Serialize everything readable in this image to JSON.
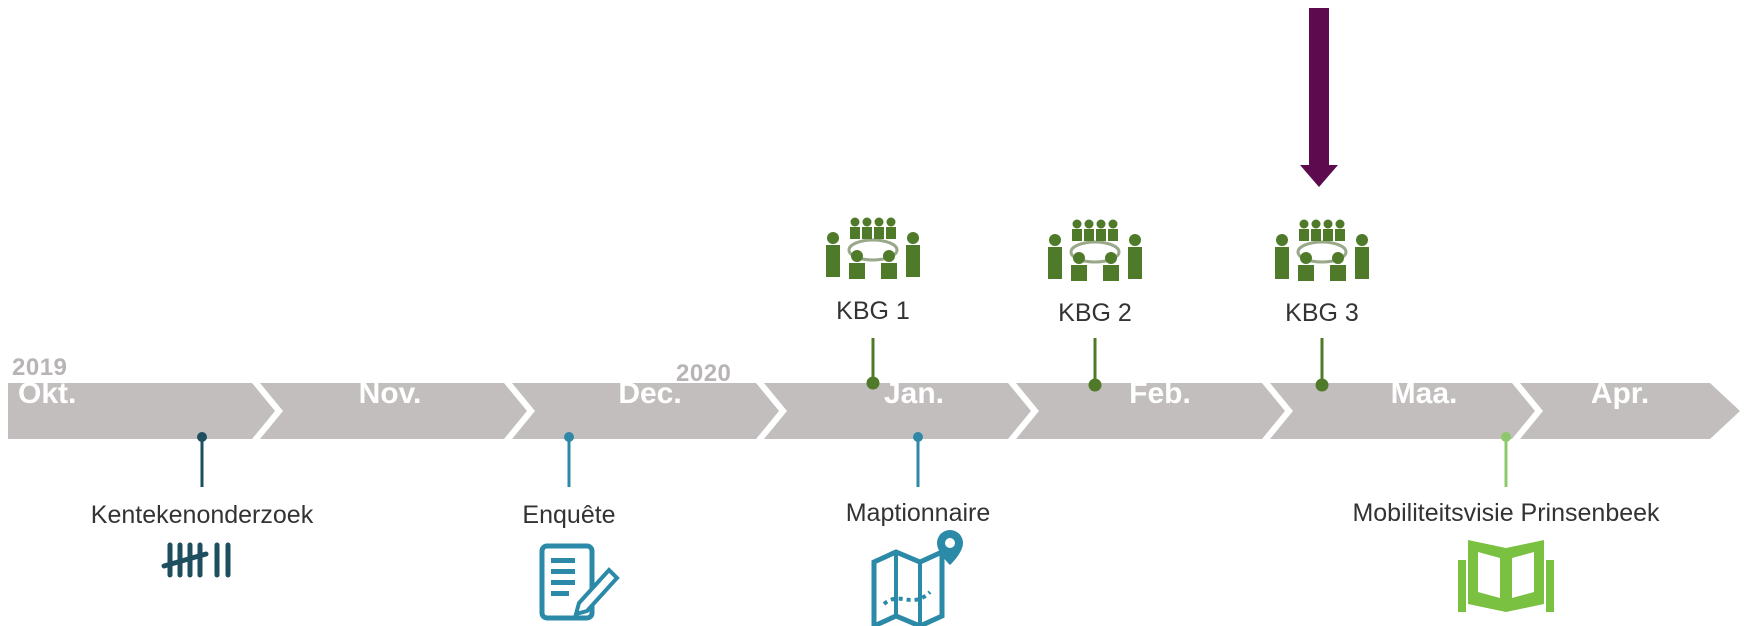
{
  "years": [
    "2019",
    "2020"
  ],
  "months": [
    "Okt.",
    "Nov.",
    "Dec.",
    "Jan.",
    "Feb.",
    "Maa.",
    "Apr."
  ],
  "events_top": [
    {
      "label": "KBG 1",
      "icon": "meeting-table-icon"
    },
    {
      "label": "KBG 2",
      "icon": "meeting-table-icon"
    },
    {
      "label": "KBG 3",
      "icon": "meeting-table-icon"
    }
  ],
  "events_bottom": [
    {
      "label": "Kentekenonderzoek",
      "icon": "tally-marks-icon"
    },
    {
      "label": "Enquête",
      "icon": "survey-form-icon"
    },
    {
      "label": "Maptionnaire",
      "icon": "map-pin-icon"
    },
    {
      "label": "Mobiliteitsvisie Prinsenbeek",
      "icon": "open-book-icon"
    }
  ],
  "indicator": {
    "icon": "down-arrow-icon",
    "points_to": "KBG 3"
  },
  "colors": {
    "band": "#c3bebe",
    "band_text": "#ffffff",
    "year_text": "#b9b4b4",
    "meeting_green": "#4f7a2a",
    "connector_dark_teal": "#1e4f5e",
    "connector_teal": "#2f88a6",
    "icon_teal": "#2b8aa8",
    "icon_dark_teal": "#1e4f5e",
    "book_green": "#7ac142",
    "arrow_purple": "#5e0a4f"
  }
}
